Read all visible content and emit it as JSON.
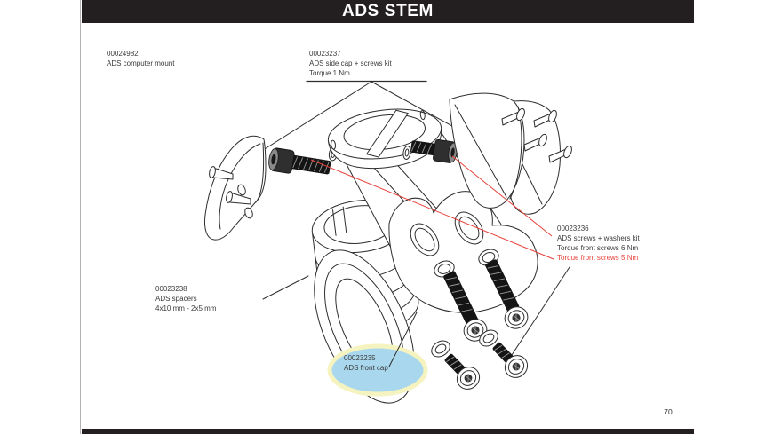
{
  "page": {
    "title": "ADS STEM",
    "page_number": "70"
  },
  "colors": {
    "header_bg": "#231f20",
    "label_text": "#3a3a3a",
    "accent_red": "#e8413a",
    "highlight_fill": "#a9d8ee",
    "highlight_ring": "#f5f3c0",
    "drawing_line": "#2d2d2d"
  },
  "labels": {
    "computer_mount": {
      "part_no": "00024982",
      "name": "ADS computer mount"
    },
    "side_cap": {
      "part_no": "00023237",
      "name": "ADS side cap + screws kit",
      "torque": "Torque 1 Nm"
    },
    "screws_washers": {
      "part_no": "00023236",
      "name": "ADS screws + washers kit",
      "torque_front_1": "Torque front screws 6 Nm",
      "torque_front_2": "Torque front screws 5 Nm"
    },
    "spacers": {
      "part_no": "00023238",
      "name": "ADS spacers",
      "size": "4x10 mm - 2x5 mm"
    },
    "front_cap": {
      "part_no": "00023235",
      "name": "ADS front cap"
    }
  }
}
